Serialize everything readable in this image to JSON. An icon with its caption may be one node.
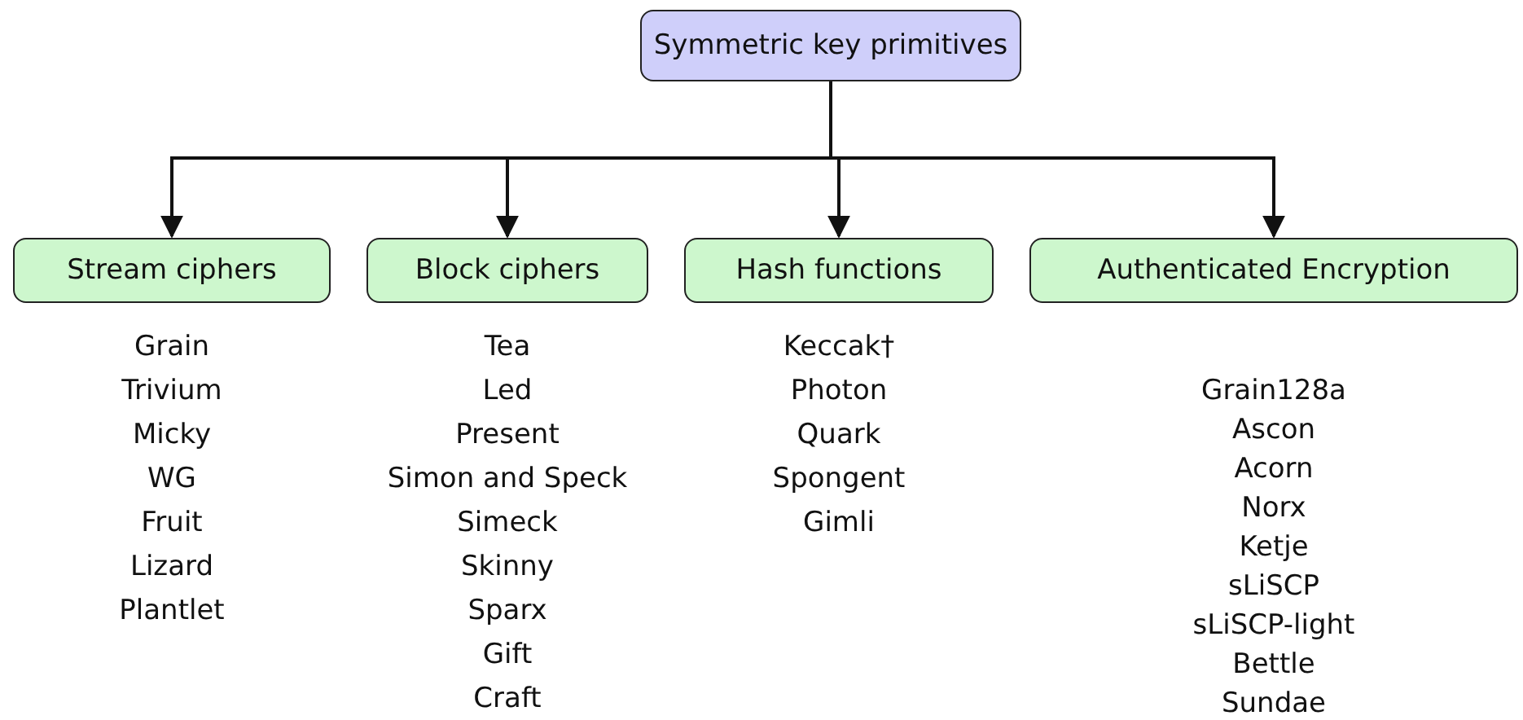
{
  "diagram": {
    "nodes": [
      {
        "text": [
          "Symmetric key primitives"
        ]
      },
      {
        "text": [
          "Stream ciphers"
        ],
        "beside": [
          "Grain",
          "Trivium",
          "Micky",
          "WG",
          "Fruit",
          "Lizard",
          "Plantlet"
        ]
      },
      {
        "text": [
          "Block ciphers"
        ],
        "beside": [
          "Tea",
          "Led",
          "Present",
          "Simon and Speck",
          "Simeck",
          "Skinny",
          "Sparx",
          "Gift",
          "Craft"
        ]
      },
      {
        "text": [
          "Hash functions"
        ],
        "beside": [
          "Keccak†",
          "Photon",
          "Quark",
          "Spongent",
          "Gimli"
        ]
      },
      {
        "text": [
          "Authenticated Encryption"
        ],
        "beside": [
          "Grain128a",
          "Ascon",
          "Acorn",
          "Norx",
          "Ketje",
          "sLiSCP",
          "sLiSCP-light",
          "Bettle",
          "Sundae"
        ]
      }
    ],
    "edges": [
      {
        "from": 0,
        "to": 1,
        "arrow": "to"
      },
      {
        "from": 0,
        "to": 2,
        "arrow": "to"
      },
      {
        "from": 0,
        "to": 3,
        "arrow": "to"
      },
      {
        "from": 0,
        "to": 4,
        "arrow": "to"
      }
    ]
  }
}
